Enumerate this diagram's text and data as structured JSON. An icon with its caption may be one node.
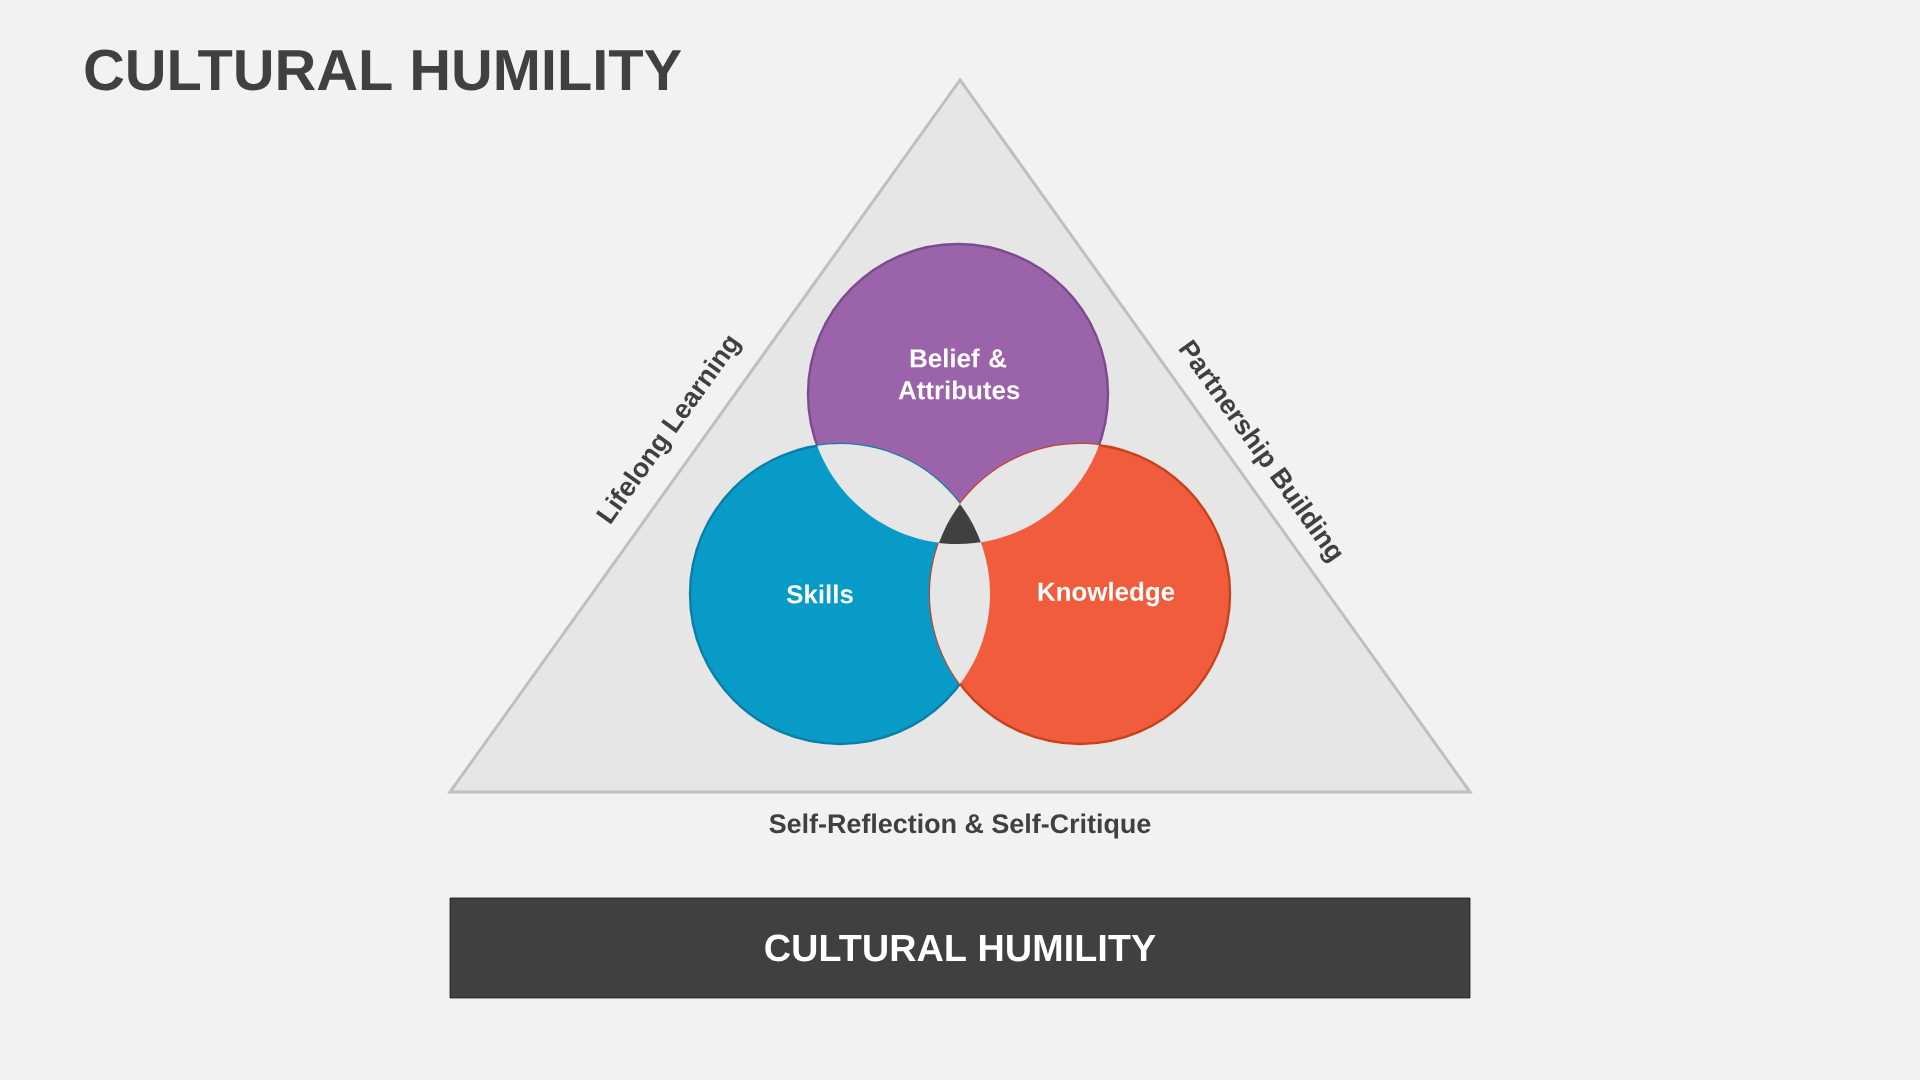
{
  "diagram": {
    "title": "CULTURAL HUMILITY",
    "nodes": [
      {
        "text": [
          "Belief & Attributes"
        ]
      },
      {
        "text": [
          "Skills"
        ]
      },
      {
        "text": [
          "Knowledge"
        ]
      },
      {
        "text": [
          "CULTURAL HUMILITY"
        ]
      }
    ],
    "labels": [
      "Lifelong Learning",
      "Partnership Building",
      "Self-Reflection & Self-Critique"
    ]
  }
}
